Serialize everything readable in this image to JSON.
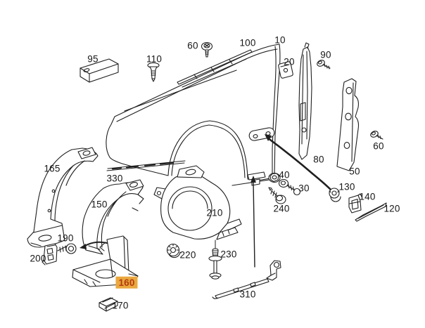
{
  "colors": {
    "page-bg": "#ffffff",
    "line": "#1f1f1f",
    "label-text": "#161616",
    "highlight-bg": "#eaa83e",
    "highlight-fg": "#b23c0e"
  },
  "diagram": {
    "type": "exploded-parts-diagram",
    "highlight": {
      "label": "160"
    },
    "labels": [
      {
        "text": "10"
      },
      {
        "text": "20"
      },
      {
        "text": "30"
      },
      {
        "text": "40"
      },
      {
        "text": "50"
      },
      {
        "text": "60"
      },
      {
        "text": "60"
      },
      {
        "text": "80"
      },
      {
        "text": "90"
      },
      {
        "text": "95"
      },
      {
        "text": "100"
      },
      {
        "text": "110"
      },
      {
        "text": "120"
      },
      {
        "text": "130"
      },
      {
        "text": "140"
      },
      {
        "text": "150"
      },
      {
        "text": "160",
        "highlighted": true
      },
      {
        "text": "165"
      },
      {
        "text": "170"
      },
      {
        "text": "190"
      },
      {
        "text": "200"
      },
      {
        "text": "210"
      },
      {
        "text": "220"
      },
      {
        "text": "230"
      },
      {
        "text": "240"
      },
      {
        "text": "310"
      },
      {
        "text": "330"
      }
    ]
  }
}
